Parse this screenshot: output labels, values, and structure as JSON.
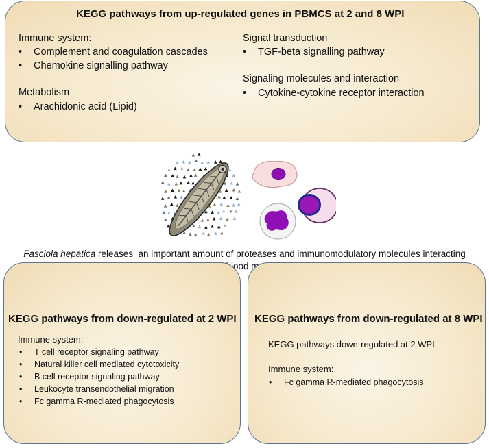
{
  "top_box": {
    "title": "KEGG pathways from up-regulated genes in PBMCS at 2 and 8 WPI",
    "left": {
      "immune_heading": "Immune system:",
      "immune_items": [
        "Complement and coagulation cascades",
        "Chemokine signalling pathway"
      ],
      "metabolism_heading": "Metabolism",
      "metabolism_items": [
        "Arachidonic acid (Lipid)"
      ]
    },
    "right": {
      "signal_heading": "Signal transduction",
      "signal_items": [
        "TGF-beta signalling pathway"
      ],
      "molecules_heading": "Signaling molecules and interaction",
      "molecules_items": [
        "Cytokine-cytokine receptor interaction"
      ]
    }
  },
  "caption": {
    "species": "Fasciola hepatica",
    "line1_rest": " releases  an important amount of proteases and immunomodulatory molecules interacting",
    "line2": "with peripheral blood mononuclear cells"
  },
  "bottom_left": {
    "title": "KEGG pathways from down-regulated at 2 WPI",
    "immune_heading": "Immune system:",
    "items": [
      "T cell receptor signaling pathway",
      "Natural killer cell mediated cytotoxicity",
      "B cell receptor signaling pathway",
      "Leukocyte transendothelial migration",
      "Fc gamma R-mediated phagocytosis"
    ]
  },
  "bottom_right": {
    "title": "KEGG pathways from down-regulated at 8 WPI",
    "note": "KEGG pathways down-regulated at 2 WPI",
    "immune_heading": "Immune system:",
    "items": [
      "Fc gamma R-mediated phagocytosis"
    ]
  },
  "colors": {
    "box_border": "#5b7494",
    "box_fill": "#f6e9cd",
    "nucleus": "#8e0fb4",
    "fluke_body": "#8f8a78"
  },
  "icons": [
    "fasciola-hepatica-icon",
    "secreted-molecules-icon",
    "mononuclear-cell-icons"
  ]
}
